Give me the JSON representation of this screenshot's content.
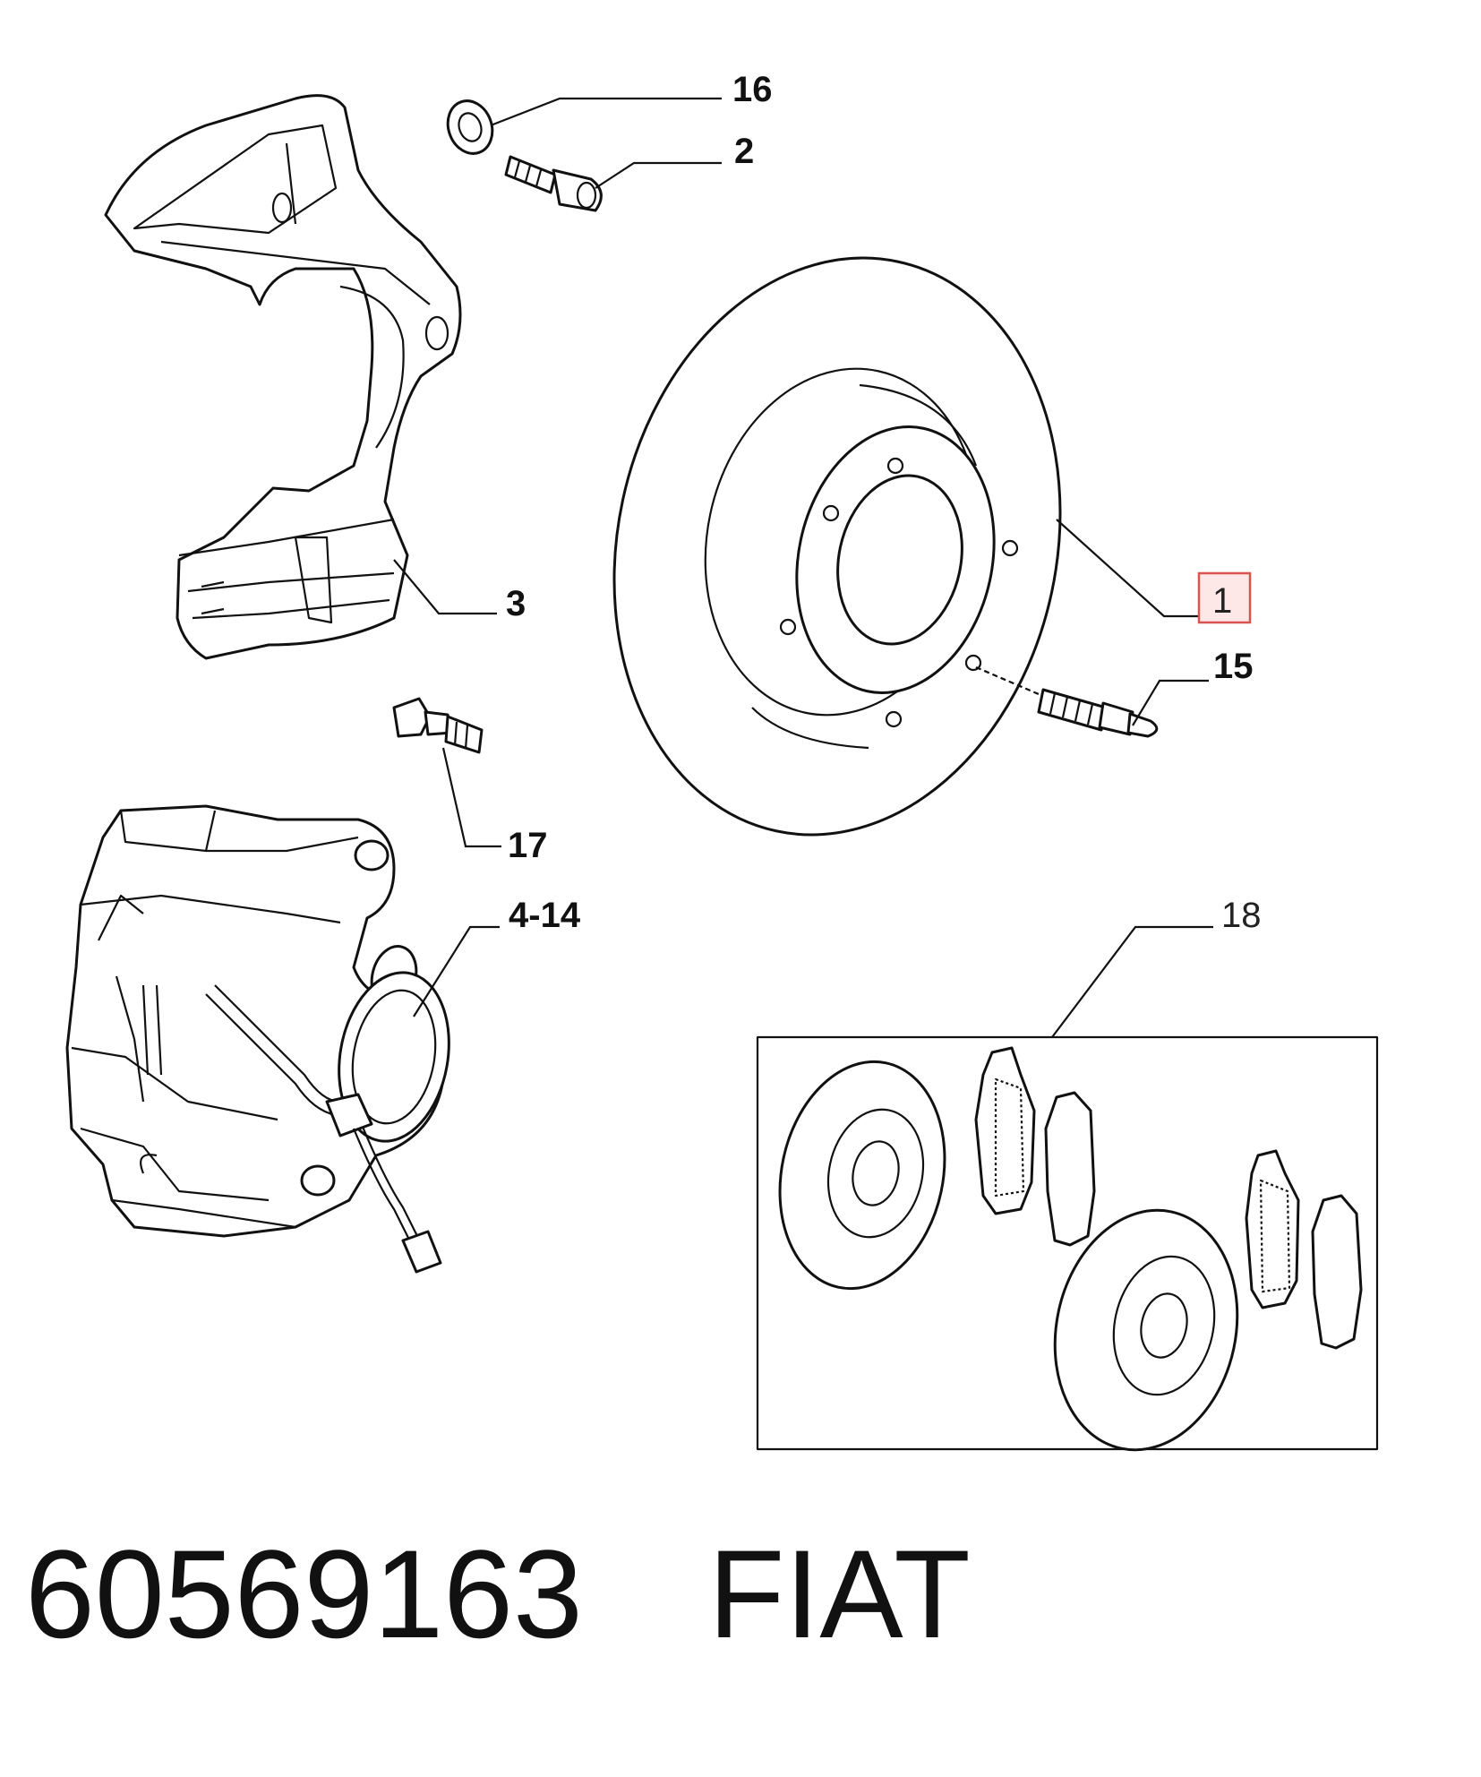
{
  "callouts": {
    "c16": "16",
    "c2": "2",
    "c1": "1",
    "c15": "15",
    "c3": "3",
    "c17": "17",
    "c4_14": "4-14",
    "c18": "18"
  },
  "footer": {
    "part_number": "60569163",
    "brand": "FIAT"
  },
  "colors": {
    "line": "#111111",
    "highlight_box": "#d9534f"
  }
}
